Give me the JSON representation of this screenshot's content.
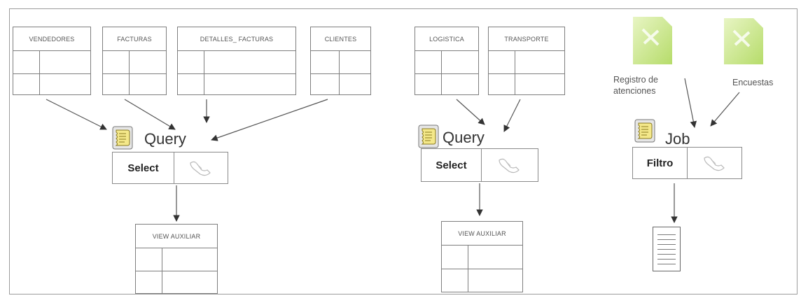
{
  "tables": {
    "vendedores": {
      "name": "VENDEDORES"
    },
    "facturas": {
      "name": "FACTURAS"
    },
    "detalles_facturas": {
      "name": "DETALLES_ FACTURAS"
    },
    "clientes": {
      "name": "CLIENTES"
    },
    "logistica": {
      "name": "LOGISTICA"
    },
    "transporte": {
      "name": "TRANSPORTE"
    },
    "view_auxiliar_1": {
      "name": "VIEW AUXILIAR"
    },
    "view_auxiliar_2": {
      "name": "VIEW AUXILIAR"
    }
  },
  "groups": {
    "group1": {
      "title": "Query",
      "operation": "Select"
    },
    "group2": {
      "title": "Query",
      "operation": "Select"
    },
    "group3": {
      "title": "Job",
      "operation": "Filtro"
    }
  },
  "sources": {
    "registro": {
      "line1": "Registro de",
      "line2": "atenciones"
    },
    "encuestas": {
      "label": "Encuestas"
    }
  },
  "icons": {
    "query_icon": "scroll-icon",
    "operation_icon": "hand-pointer-icon",
    "source_file_icon": "green-file-icon",
    "output_icon": "document-icon"
  },
  "colors": {
    "scroll_fill": "#f4e88a",
    "file_green": "#cfe79a",
    "line": "#7e7e7e"
  }
}
